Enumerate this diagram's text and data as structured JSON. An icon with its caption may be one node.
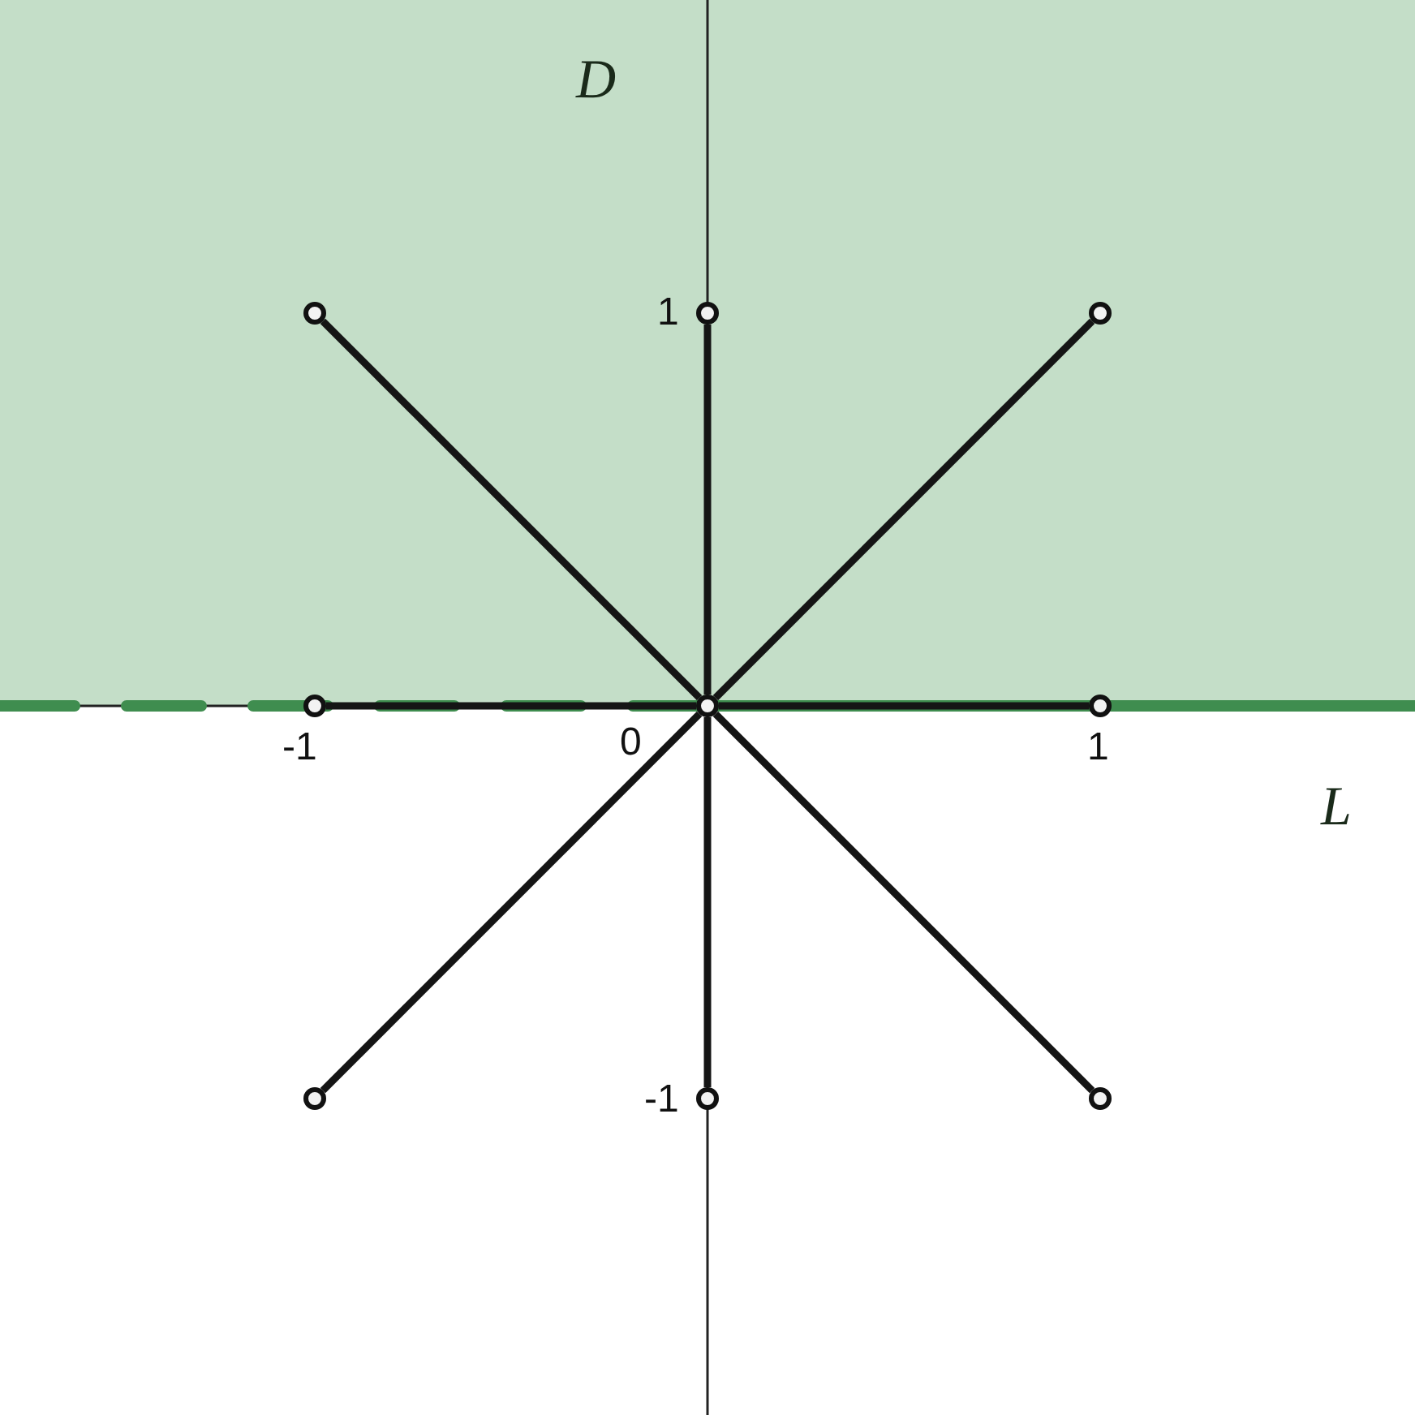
{
  "diagram": {
    "nodes": [
      {
        "text": [],
        "shape": "circle"
      },
      {
        "text": [],
        "shape": "circle"
      },
      {
        "text": [],
        "shape": "circle"
      },
      {
        "text": [],
        "shape": "circle"
      },
      {
        "text": [],
        "shape": "circle"
      },
      {
        "text": [],
        "shape": "circle"
      },
      {
        "text": [],
        "shape": "circle"
      },
      {
        "text": [],
        "shape": "circle"
      },
      {
        "text": [],
        "shape": "circle"
      }
    ],
    "edges": [
      {
        "from": 4,
        "to": 0,
        "arrow": "none"
      },
      {
        "from": 4,
        "to": 1,
        "arrow": "none"
      },
      {
        "from": 4,
        "to": 2,
        "arrow": "none"
      },
      {
        "from": 4,
        "to": 3,
        "arrow": "none"
      },
      {
        "from": 4,
        "to": 5,
        "arrow": "none"
      },
      {
        "from": 4,
        "to": 6,
        "arrow": "none"
      },
      {
        "from": 4,
        "to": 7,
        "arrow": "none"
      },
      {
        "from": 4,
        "to": 8,
        "arrow": "none"
      }
    ],
    "labels": [
      "D",
      "1",
      "-1",
      "0",
      "1",
      "L",
      "-1"
    ]
  }
}
